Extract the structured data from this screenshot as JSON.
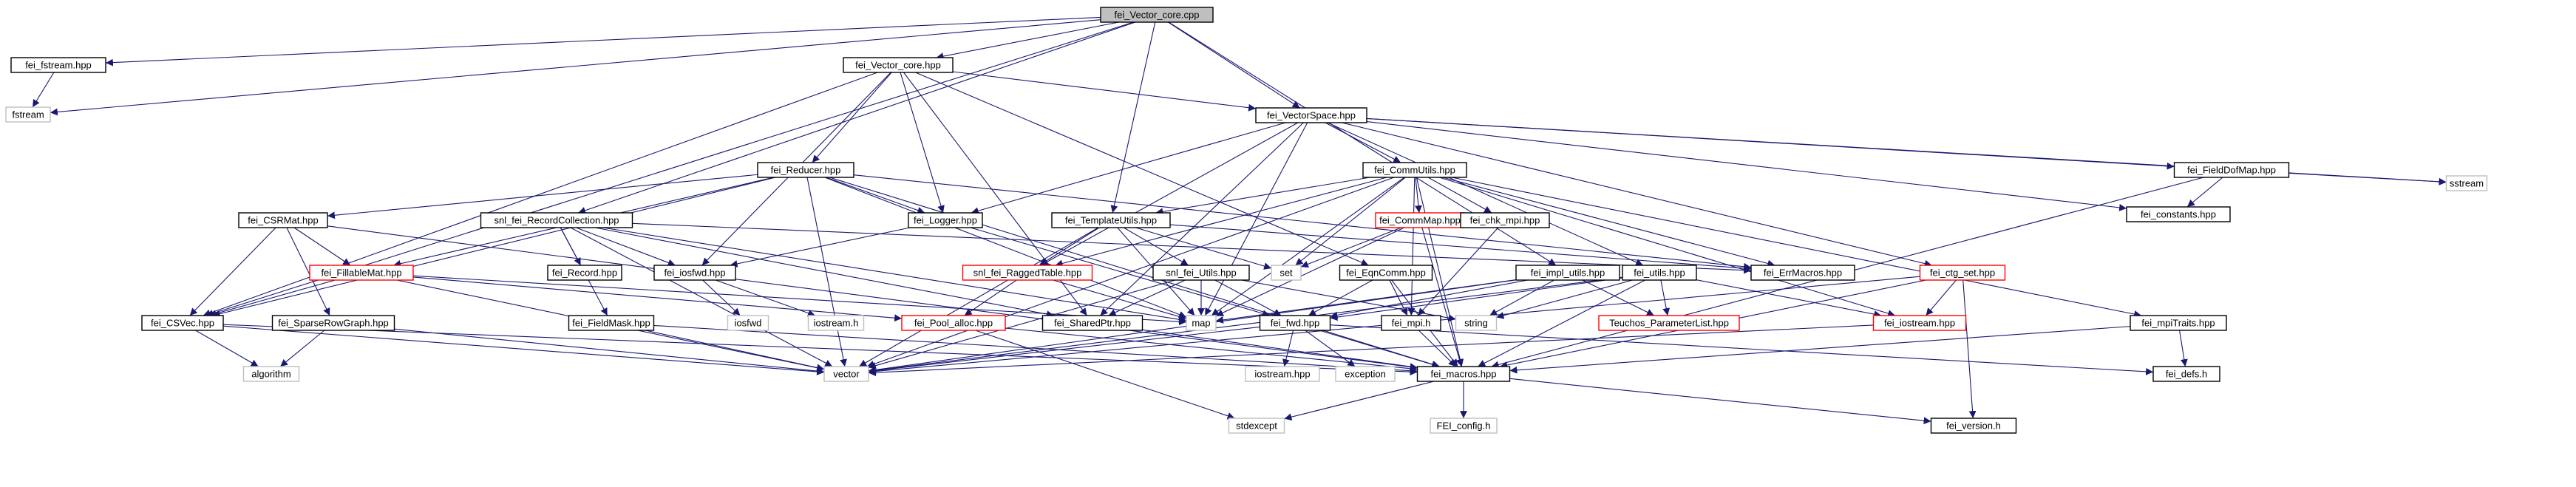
{
  "colors": {
    "edge": "#191970",
    "box_main": "#bfbfbf",
    "border_black": "#000000",
    "border_red": "#ff0000",
    "border_gray": "#bfbfbf",
    "text": "#000000"
  },
  "graph": {
    "nodes": [
      {
        "id": "n0",
        "label": "fei_Vector_core.cpp",
        "style": "main"
      },
      {
        "id": "n1",
        "label": "fei_fstream.hpp",
        "style": "black"
      },
      {
        "id": "n2",
        "label": "fstream",
        "style": "gray"
      },
      {
        "id": "n3",
        "label": "fei_Vector_core.hpp",
        "style": "black"
      },
      {
        "id": "n4",
        "label": "fei_VectorSpace.hpp",
        "style": "black"
      },
      {
        "id": "n5",
        "label": "sstream",
        "style": "gray"
      },
      {
        "id": "n6",
        "label": "fei_Reducer.hpp",
        "style": "black"
      },
      {
        "id": "n7",
        "label": "fei_CommUtils.hpp",
        "style": "black"
      },
      {
        "id": "n8",
        "label": "fei_FieldDofMap.hpp",
        "style": "black"
      },
      {
        "id": "n9",
        "label": "fei_constants.hpp",
        "style": "black"
      },
      {
        "id": "n10",
        "label": "fei_CSRMat.hpp",
        "style": "black"
      },
      {
        "id": "n11",
        "label": "snl_fei_RecordCollection.hpp",
        "style": "black"
      },
      {
        "id": "n12",
        "label": "fei_Logger.hpp",
        "style": "black"
      },
      {
        "id": "n13",
        "label": "fei_TemplateUtils.hpp",
        "style": "black"
      },
      {
        "id": "n14",
        "label": "fei_CommMap.hpp",
        "style": "red"
      },
      {
        "id": "n15",
        "label": "fei_chk_mpi.hpp",
        "style": "black"
      },
      {
        "id": "n16",
        "label": "fei_FillableMat.hpp",
        "style": "red"
      },
      {
        "id": "n17",
        "label": "fei_Record.hpp",
        "style": "black"
      },
      {
        "id": "n18",
        "label": "fei_iosfwd.hpp",
        "style": "black"
      },
      {
        "id": "n19",
        "label": "snl_fei_RaggedTable.hpp",
        "style": "red"
      },
      {
        "id": "n20",
        "label": "snl_fei_Utils.hpp",
        "style": "black"
      },
      {
        "id": "n21",
        "label": "set",
        "style": "gray"
      },
      {
        "id": "n22",
        "label": "fei_EqnComm.hpp",
        "style": "black"
      },
      {
        "id": "n23",
        "label": "fei_impl_utils.hpp",
        "style": "black"
      },
      {
        "id": "n24",
        "label": "fei_utils.hpp",
        "style": "black"
      },
      {
        "id": "n25",
        "label": "fei_ErrMacros.hpp",
        "style": "black"
      },
      {
        "id": "n26",
        "label": "fei_ctg_set.hpp",
        "style": "red"
      },
      {
        "id": "n27",
        "label": "fei_CSVec.hpp",
        "style": "black"
      },
      {
        "id": "n28",
        "label": "fei_SparseRowGraph.hpp",
        "style": "black"
      },
      {
        "id": "n29",
        "label": "fei_FieldMask.hpp",
        "style": "black"
      },
      {
        "id": "n30",
        "label": "iosfwd",
        "style": "gray"
      },
      {
        "id": "n31",
        "label": "iostream.h",
        "style": "gray"
      },
      {
        "id": "n32",
        "label": "fei_Pool_alloc.hpp",
        "style": "red"
      },
      {
        "id": "n33",
        "label": "fei_SharedPtr.hpp",
        "style": "black"
      },
      {
        "id": "n34",
        "label": "map",
        "style": "gray"
      },
      {
        "id": "n35",
        "label": "fei_fwd.hpp",
        "style": "black"
      },
      {
        "id": "n36",
        "label": "string",
        "style": "gray"
      },
      {
        "id": "n37",
        "label": "fei_mpi.h",
        "style": "black"
      },
      {
        "id": "n38",
        "label": "Teuchos_ParameterList.hpp",
        "style": "red"
      },
      {
        "id": "n39",
        "label": "fei_iostream.hpp",
        "style": "red"
      },
      {
        "id": "n40",
        "label": "fei_mpiTraits.hpp",
        "style": "black"
      },
      {
        "id": "n41",
        "label": "algorithm",
        "style": "gray"
      },
      {
        "id": "n42",
        "label": "vector",
        "style": "gray"
      },
      {
        "id": "n43",
        "label": "iostream.hpp",
        "style": "gray"
      },
      {
        "id": "n44",
        "label": "exception",
        "style": "gray"
      },
      {
        "id": "n45",
        "label": "fei_macros.hpp",
        "style": "black"
      },
      {
        "id": "n46",
        "label": "fei_defs.h",
        "style": "black"
      },
      {
        "id": "n47",
        "label": "stdexcept",
        "style": "gray"
      },
      {
        "id": "n48",
        "label": "FEI_config.h",
        "style": "gray"
      },
      {
        "id": "n49",
        "label": "fei_version.h",
        "style": "black"
      }
    ],
    "edges": [
      [
        "n0",
        "n1"
      ],
      [
        "n0",
        "n2"
      ],
      [
        "n0",
        "n3"
      ],
      [
        "n0",
        "n4"
      ],
      [
        "n0",
        "n11"
      ],
      [
        "n0",
        "n13"
      ],
      [
        "n0",
        "n27"
      ],
      [
        "n0",
        "n23"
      ],
      [
        "n1",
        "n2"
      ],
      [
        "n3",
        "n4"
      ],
      [
        "n3",
        "n6"
      ],
      [
        "n3",
        "n12"
      ],
      [
        "n3",
        "n18"
      ],
      [
        "n3",
        "n33"
      ],
      [
        "n3",
        "n22"
      ],
      [
        "n3",
        "n27"
      ],
      [
        "n4",
        "n7"
      ],
      [
        "n4",
        "n8"
      ],
      [
        "n4",
        "n12"
      ],
      [
        "n4",
        "n19"
      ],
      [
        "n4",
        "n33"
      ],
      [
        "n4",
        "n26"
      ],
      [
        "n4",
        "n24"
      ],
      [
        "n4",
        "n9"
      ],
      [
        "n4",
        "n5"
      ],
      [
        "n4",
        "n34"
      ],
      [
        "n6",
        "n10"
      ],
      [
        "n6",
        "n12"
      ],
      [
        "n6",
        "n16"
      ],
      [
        "n6",
        "n27"
      ],
      [
        "n6",
        "n34"
      ],
      [
        "n6",
        "n45"
      ],
      [
        "n6",
        "n25"
      ],
      [
        "n6",
        "n42"
      ],
      [
        "n7",
        "n13"
      ],
      [
        "n7",
        "n14"
      ],
      [
        "n7",
        "n15"
      ],
      [
        "n7",
        "n21"
      ],
      [
        "n7",
        "n25"
      ],
      [
        "n7",
        "n37"
      ],
      [
        "n7",
        "n19"
      ],
      [
        "n7",
        "n34"
      ],
      [
        "n7",
        "n40"
      ],
      [
        "n7",
        "n39"
      ],
      [
        "n7",
        "n42"
      ],
      [
        "n7",
        "n45"
      ],
      [
        "n8",
        "n9"
      ],
      [
        "n8",
        "n5"
      ],
      [
        "n8",
        "n45"
      ],
      [
        "n10",
        "n16"
      ],
      [
        "n10",
        "n27"
      ],
      [
        "n10",
        "n28"
      ],
      [
        "n10",
        "n45"
      ],
      [
        "n11",
        "n17"
      ],
      [
        "n11",
        "n18"
      ],
      [
        "n11",
        "n29"
      ],
      [
        "n11",
        "n42"
      ],
      [
        "n11",
        "n33"
      ],
      [
        "n11",
        "n34"
      ],
      [
        "n11",
        "n25"
      ],
      [
        "n12",
        "n18"
      ],
      [
        "n12",
        "n35"
      ],
      [
        "n13",
        "n19"
      ],
      [
        "n13",
        "n20"
      ],
      [
        "n13",
        "n21"
      ],
      [
        "n13",
        "n34"
      ],
      [
        "n13",
        "n42"
      ],
      [
        "n13",
        "n25"
      ],
      [
        "n14",
        "n34"
      ],
      [
        "n14",
        "n21"
      ],
      [
        "n14",
        "n45"
      ],
      [
        "n15",
        "n37"
      ],
      [
        "n16",
        "n27"
      ],
      [
        "n16",
        "n32"
      ],
      [
        "n16",
        "n42"
      ],
      [
        "n16",
        "n34"
      ],
      [
        "n18",
        "n30"
      ],
      [
        "n18",
        "n31"
      ],
      [
        "n19",
        "n32"
      ],
      [
        "n19",
        "n34"
      ],
      [
        "n20",
        "n33"
      ],
      [
        "n20",
        "n35"
      ],
      [
        "n20",
        "n34"
      ],
      [
        "n20",
        "n42"
      ],
      [
        "n20",
        "n36"
      ],
      [
        "n22",
        "n35"
      ],
      [
        "n22",
        "n37"
      ],
      [
        "n22",
        "n45"
      ],
      [
        "n23",
        "n35"
      ],
      [
        "n23",
        "n34"
      ],
      [
        "n23",
        "n38"
      ],
      [
        "n23",
        "n42"
      ],
      [
        "n23",
        "n36"
      ],
      [
        "n24",
        "n35"
      ],
      [
        "n24",
        "n38"
      ],
      [
        "n24",
        "n39"
      ],
      [
        "n24",
        "n36"
      ],
      [
        "n24",
        "n42"
      ],
      [
        "n24",
        "n45"
      ],
      [
        "n26",
        "n39"
      ],
      [
        "n26",
        "n45"
      ],
      [
        "n26",
        "n49"
      ],
      [
        "n26",
        "n42"
      ],
      [
        "n27",
        "n41"
      ],
      [
        "n27",
        "n42"
      ],
      [
        "n27",
        "n45"
      ],
      [
        "n28",
        "n41"
      ],
      [
        "n28",
        "n42"
      ],
      [
        "n29",
        "n42"
      ],
      [
        "n29",
        "n45"
      ],
      [
        "n32",
        "n47"
      ],
      [
        "n32",
        "n45"
      ],
      [
        "n33",
        "n45"
      ],
      [
        "n35",
        "n43"
      ],
      [
        "n35",
        "n44"
      ],
      [
        "n35",
        "n45"
      ],
      [
        "n35",
        "n46"
      ],
      [
        "n35",
        "n42"
      ],
      [
        "n37",
        "n45"
      ],
      [
        "n39",
        "n42"
      ],
      [
        "n40",
        "n45"
      ],
      [
        "n40",
        "n46"
      ],
      [
        "n45",
        "n47"
      ],
      [
        "n45",
        "n48"
      ],
      [
        "n45",
        "n49"
      ]
    ]
  }
}
